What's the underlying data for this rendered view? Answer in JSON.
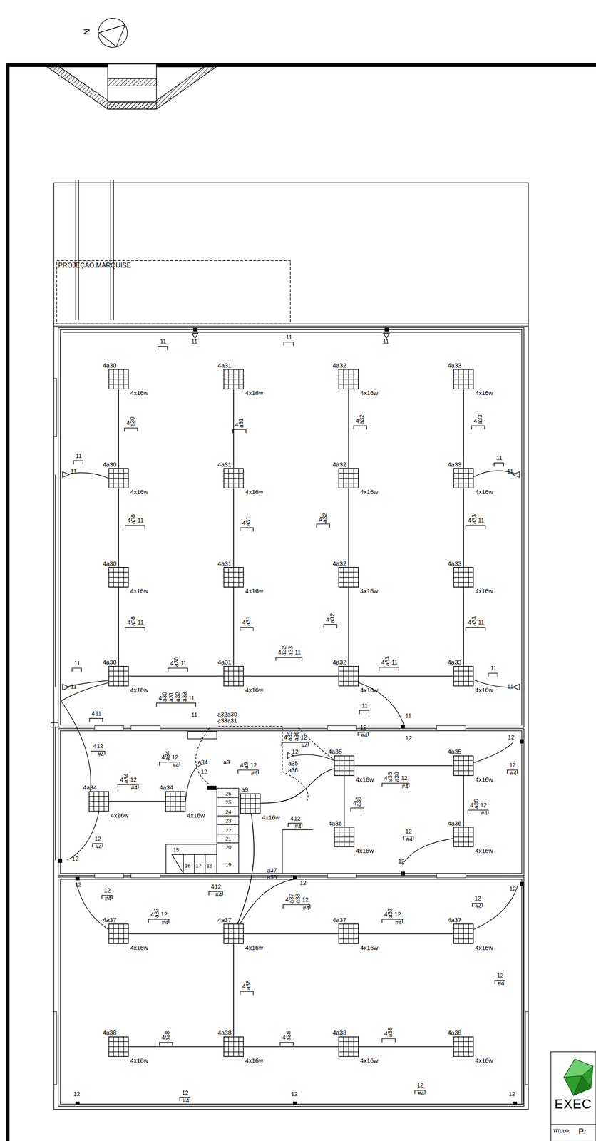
{
  "diagram": {
    "nodes": [
      {
        "text": [
          "4a30",
          "4x16w"
        ]
      },
      {
        "text": [
          "4a31",
          "4x16w"
        ]
      },
      {
        "text": [
          "4a32",
          "4x16w"
        ]
      },
      {
        "text": [
          "4a33",
          "4x16w"
        ]
      },
      {
        "text": [
          "4a30",
          "4x16w"
        ]
      },
      {
        "text": [
          "4a31",
          "4x16w"
        ]
      },
      {
        "text": [
          "4a32",
          "4x16w"
        ]
      },
      {
        "text": [
          "4a33",
          "4x16w"
        ]
      },
      {
        "text": [
          "4a30",
          "4x16w"
        ]
      },
      {
        "text": [
          "4a31",
          "4x16w"
        ]
      },
      {
        "text": [
          "4a32",
          "4x16w"
        ]
      },
      {
        "text": [
          "4a33",
          "4x16w"
        ]
      },
      {
        "text": [
          "4a30",
          "4x16w"
        ]
      },
      {
        "text": [
          "4a31",
          "4x16w"
        ]
      },
      {
        "text": [
          "4a32",
          "4x16w"
        ]
      },
      {
        "text": [
          "4a33",
          "4x16w"
        ]
      },
      {
        "text": [
          "4a35",
          "4x16w"
        ]
      },
      {
        "text": [
          "4a35",
          "4x16w"
        ]
      },
      {
        "text": [
          "4a34",
          "4x16w"
        ]
      },
      {
        "text": [
          "4a34",
          "4x16w"
        ]
      },
      {
        "text": [
          "a9",
          "4x16w"
        ]
      },
      {
        "text": [
          "4a36",
          "4x16w"
        ]
      },
      {
        "text": [
          "4a36",
          "4x16w"
        ]
      },
      {
        "text": [
          "4a37",
          "4x16w"
        ]
      },
      {
        "text": [
          "4a37",
          "4x16w"
        ]
      },
      {
        "text": [
          "4a37",
          "4x16w"
        ]
      },
      {
        "text": [
          "4a37",
          "4x16w"
        ]
      },
      {
        "text": [
          "4a38",
          "4x16w"
        ]
      },
      {
        "text": [
          "4a38",
          "4x16w"
        ]
      },
      {
        "text": [
          "4a38",
          "4x16w"
        ]
      },
      {
        "text": [
          "4a38",
          "4x16w"
        ]
      }
    ],
    "edges": [
      {
        "from": 0,
        "to": 4,
        "arrow": "none"
      },
      {
        "from": 4,
        "to": 8,
        "arrow": "none"
      },
      {
        "from": 8,
        "to": 12,
        "arrow": "none"
      },
      {
        "from": 1,
        "to": 5,
        "arrow": "none"
      },
      {
        "from": 5,
        "to": 9,
        "arrow": "none"
      },
      {
        "from": 9,
        "to": 13,
        "arrow": "none"
      },
      {
        "from": 2,
        "to": 6,
        "arrow": "none"
      },
      {
        "from": 6,
        "to": 10,
        "arrow": "none"
      },
      {
        "from": 10,
        "to": 14,
        "arrow": "none"
      },
      {
        "from": 3,
        "to": 7,
        "arrow": "none"
      },
      {
        "from": 7,
        "to": 11,
        "arrow": "none"
      },
      {
        "from": 11,
        "to": 15,
        "arrow": "none"
      },
      {
        "from": 12,
        "to": 13,
        "arrow": "none"
      },
      {
        "from": 13,
        "to": 14,
        "arrow": "none"
      },
      {
        "from": 14,
        "to": 15,
        "arrow": "none"
      },
      {
        "from": 18,
        "to": 19,
        "arrow": "none"
      },
      {
        "from": 16,
        "to": 17,
        "arrow": "none"
      },
      {
        "from": 16,
        "to": 21,
        "arrow": "none"
      },
      {
        "from": 17,
        "to": 22,
        "arrow": "none"
      },
      {
        "from": 20,
        "to": 16,
        "arrow": "none"
      },
      {
        "from": 20,
        "to": 24,
        "arrow": "none"
      },
      {
        "from": 23,
        "to": 24,
        "arrow": "none"
      },
      {
        "from": 24,
        "to": 25,
        "arrow": "none"
      },
      {
        "from": 25,
        "to": 26,
        "arrow": "none"
      },
      {
        "from": 24,
        "to": 28,
        "arrow": "none"
      },
      {
        "from": 27,
        "to": 28,
        "arrow": "none"
      },
      {
        "from": 28,
        "to": 29,
        "arrow": "none"
      },
      {
        "from": 29,
        "to": 30,
        "arrow": "none"
      }
    ],
    "labels": [
      "N",
      "PROJEÇÃO MARQUISE",
      "11",
      "11",
      "11",
      "11",
      "4",
      "a30",
      "4",
      "a31",
      "4",
      "a32",
      "4",
      "a33",
      "11",
      "11",
      "11",
      "11",
      "4",
      "a30",
      "11",
      "4",
      "a31",
      "4",
      "a32",
      "4",
      "a33",
      "11",
      "4",
      "a30",
      "11",
      "4",
      "a31",
      "4",
      "a32",
      "4",
      "a33",
      "11",
      "11",
      "4",
      "a30",
      "11",
      "4",
      "a32",
      "a33",
      "11",
      "4",
      "a33",
      "11",
      "11",
      "11",
      "11",
      "4",
      "a30",
      "a31",
      "a32",
      "a33",
      "11",
      "11",
      "4",
      "11",
      "11",
      "a32a30",
      "a33a31",
      "11",
      "12",
      "4",
      "12",
      "#4",
      "4",
      "a34",
      "12",
      "#4",
      "4",
      "a34",
      "12",
      "#4",
      "a34",
      "a9",
      "12",
      "4",
      "a9",
      "12",
      "#4",
      "4",
      "a35",
      "a36",
      "12",
      "#4",
      "12",
      "#4",
      "12",
      "a35",
      "a36",
      "4",
      "a35",
      "a36",
      "12",
      "#4",
      "4",
      "a36",
      "4",
      "a36",
      "12",
      "#4",
      "12",
      "#4",
      "12",
      "12",
      "#4",
      "12",
      "#4",
      "12",
      "12",
      "4",
      "12",
      "#4",
      "26",
      "25",
      "24",
      "23",
      "22",
      "21",
      "20",
      "19",
      "18",
      "17",
      "16",
      "15",
      "a37",
      "a38",
      "12",
      "12",
      "12",
      "#4",
      "4",
      "a37",
      "12",
      "#4",
      "4",
      "12",
      "#4",
      "4",
      "a37",
      "a38",
      "12",
      "#4",
      "4",
      "a37",
      "12",
      "#4",
      "12",
      "#4",
      "12",
      "12",
      "#4",
      "4",
      "a38",
      "4",
      "a38",
      "4",
      "a38",
      "4",
      "a38",
      "12",
      "12",
      "#4",
      "12",
      "12",
      "#4",
      "12",
      "EXEC",
      "TÍTULO:",
      "Pr"
    ]
  }
}
